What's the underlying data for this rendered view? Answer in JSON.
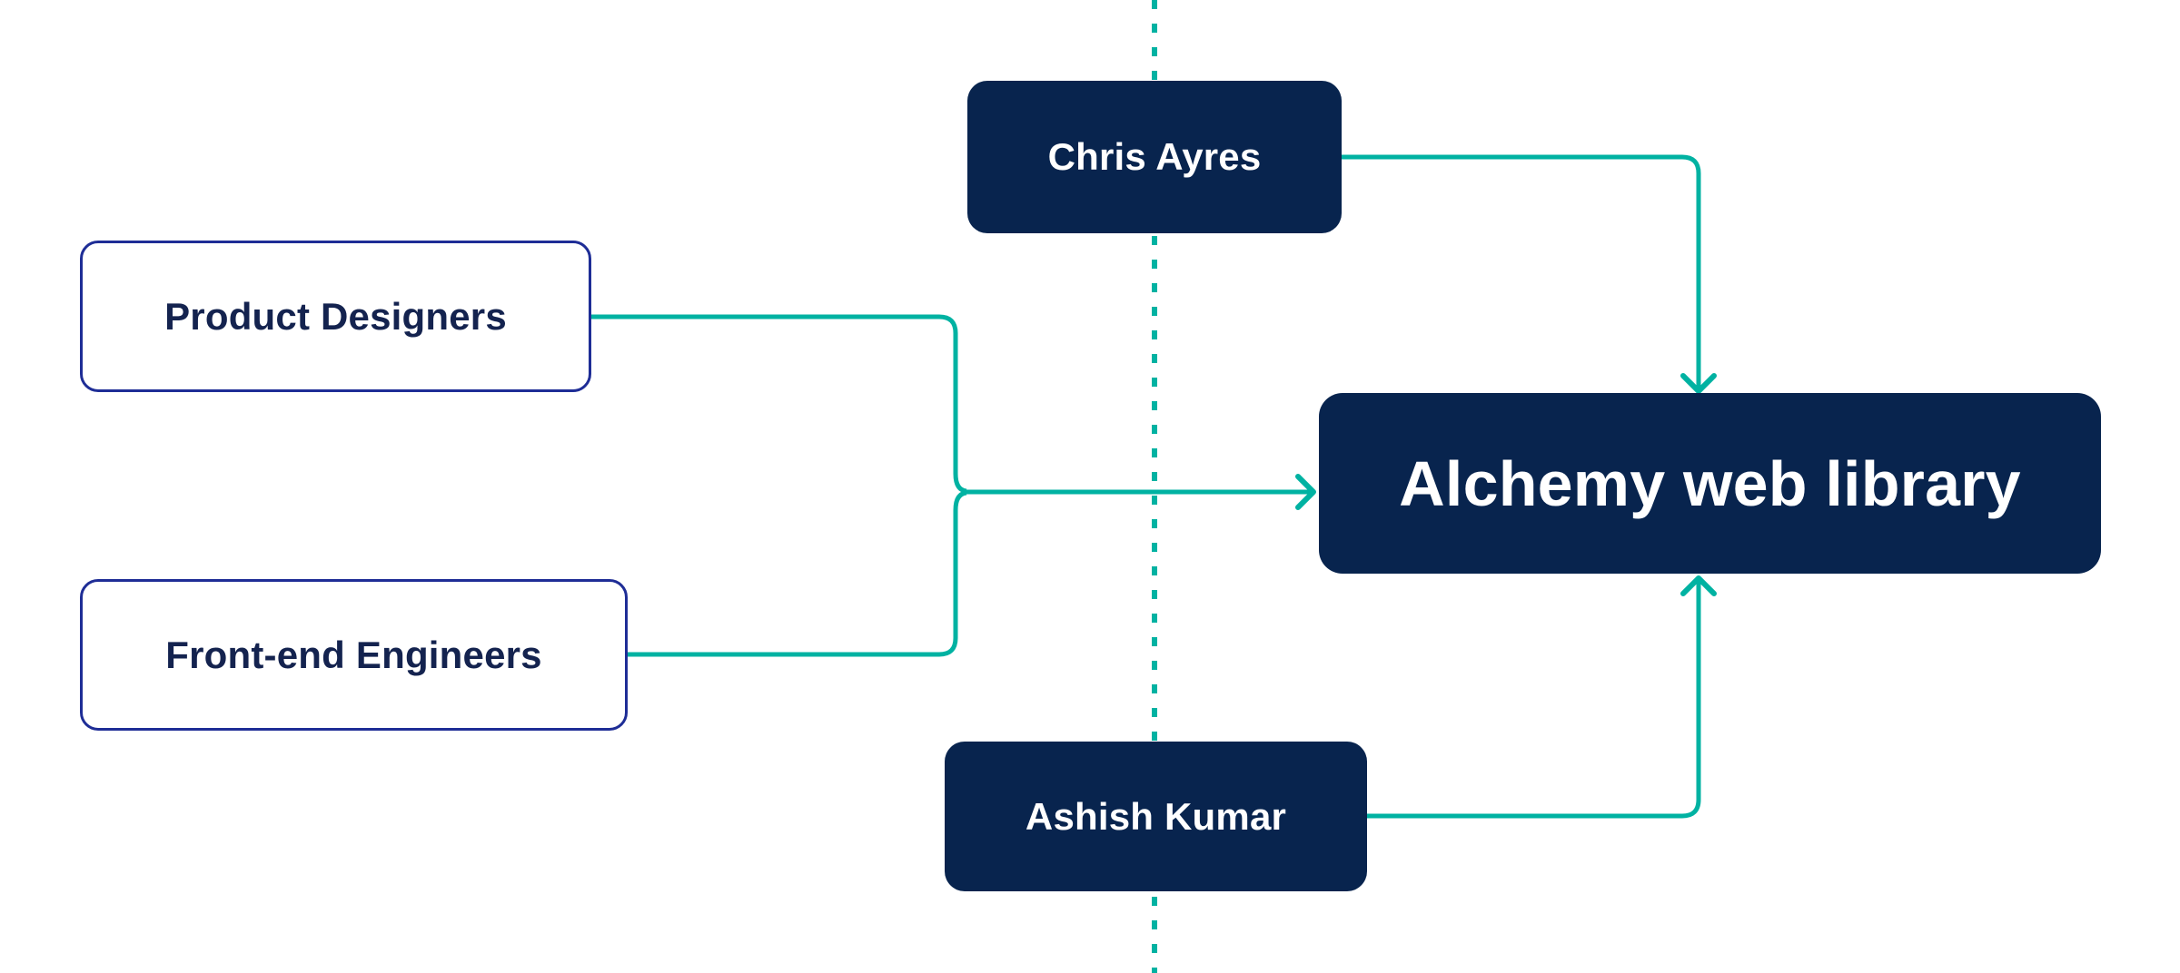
{
  "diagram": {
    "nodes": [
      {
        "id": "chris-ayres",
        "label": "Chris Ayres",
        "style": "solid"
      },
      {
        "id": "product-designers",
        "label": "Product Designers",
        "style": "outline"
      },
      {
        "id": "front-end-engineers",
        "label": "Front-end Engineers",
        "style": "outline"
      },
      {
        "id": "ashish-kumar",
        "label": "Ashish Kumar",
        "style": "solid"
      },
      {
        "id": "alchemy-web-library",
        "label": "Alchemy web library",
        "style": "solid"
      }
    ],
    "edges": [
      {
        "from": "Chris Ayres",
        "to": "Alchemy web library",
        "arrow": "into-top"
      },
      {
        "from": "Product Designers",
        "to": "Alchemy web library",
        "arrow": "merged-into-left"
      },
      {
        "from": "Front-end Engineers",
        "to": "Alchemy web library",
        "arrow": "merged-into-left"
      },
      {
        "from": "Ashish Kumar",
        "to": "Alchemy web library",
        "arrow": "into-bottom"
      }
    ],
    "guideline": {
      "type": "vertical-dotted-line",
      "full_height": true
    }
  },
  "colors": {
    "navy": "#08244e",
    "teal": "#00b2a2",
    "outline_blue": "#1e2d96",
    "text_navy": "#14234f",
    "white": "#ffffff",
    "bg": "#ffffff"
  }
}
